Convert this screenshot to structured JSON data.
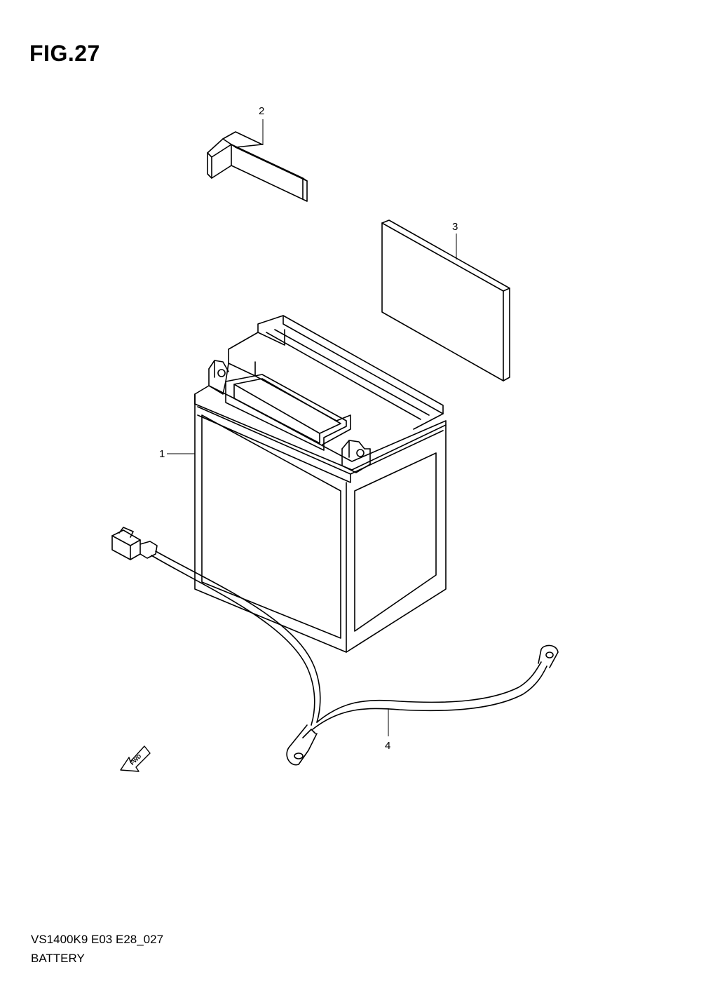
{
  "figure": {
    "title": "FIG.27"
  },
  "callouts": [
    {
      "id": "1",
      "label": "1"
    },
    {
      "id": "2",
      "label": "2"
    },
    {
      "id": "3",
      "label": "3"
    },
    {
      "id": "4",
      "label": "4"
    }
  ],
  "direction_marker": {
    "label": "FWD",
    "icon": "fwd-arrow-icon"
  },
  "footer": {
    "code": "VS1400K9 E03 E28_027",
    "name": "BATTERY"
  }
}
